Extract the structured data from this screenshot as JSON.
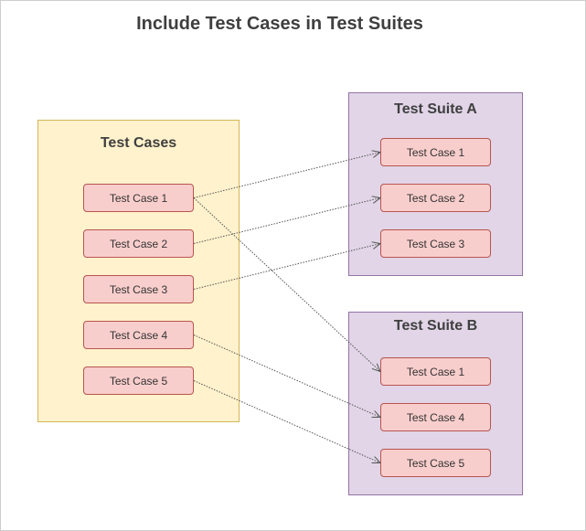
{
  "title": "Include Test Cases in Test Suites",
  "colors": {
    "cases_fill": "#fff2cc",
    "cases_stroke": "#d6b656",
    "suite_fill": "#e1d5e7",
    "suite_stroke": "#9673a6",
    "node_fill": "#f8cecc",
    "node_stroke": "#b85450",
    "connector": "#555555"
  },
  "groups": {
    "cases": {
      "label": "Test Cases",
      "items": [
        "Test Case 1",
        "Test Case 2",
        "Test Case 3",
        "Test Case 4",
        "Test Case 5"
      ]
    },
    "suite_a": {
      "label": "Test Suite A",
      "items": [
        "Test Case 1",
        "Test Case 2",
        "Test Case 3"
      ]
    },
    "suite_b": {
      "label": "Test Suite B",
      "items": [
        "Test Case 1",
        "Test Case 4",
        "Test Case 5"
      ]
    }
  },
  "connections": [
    {
      "from": "cases.0",
      "to": "suite_a.0"
    },
    {
      "from": "cases.1",
      "to": "suite_a.1"
    },
    {
      "from": "cases.2",
      "to": "suite_a.2"
    },
    {
      "from": "cases.0",
      "to": "suite_b.0"
    },
    {
      "from": "cases.3",
      "to": "suite_b.1"
    },
    {
      "from": "cases.4",
      "to": "suite_b.2"
    }
  ]
}
